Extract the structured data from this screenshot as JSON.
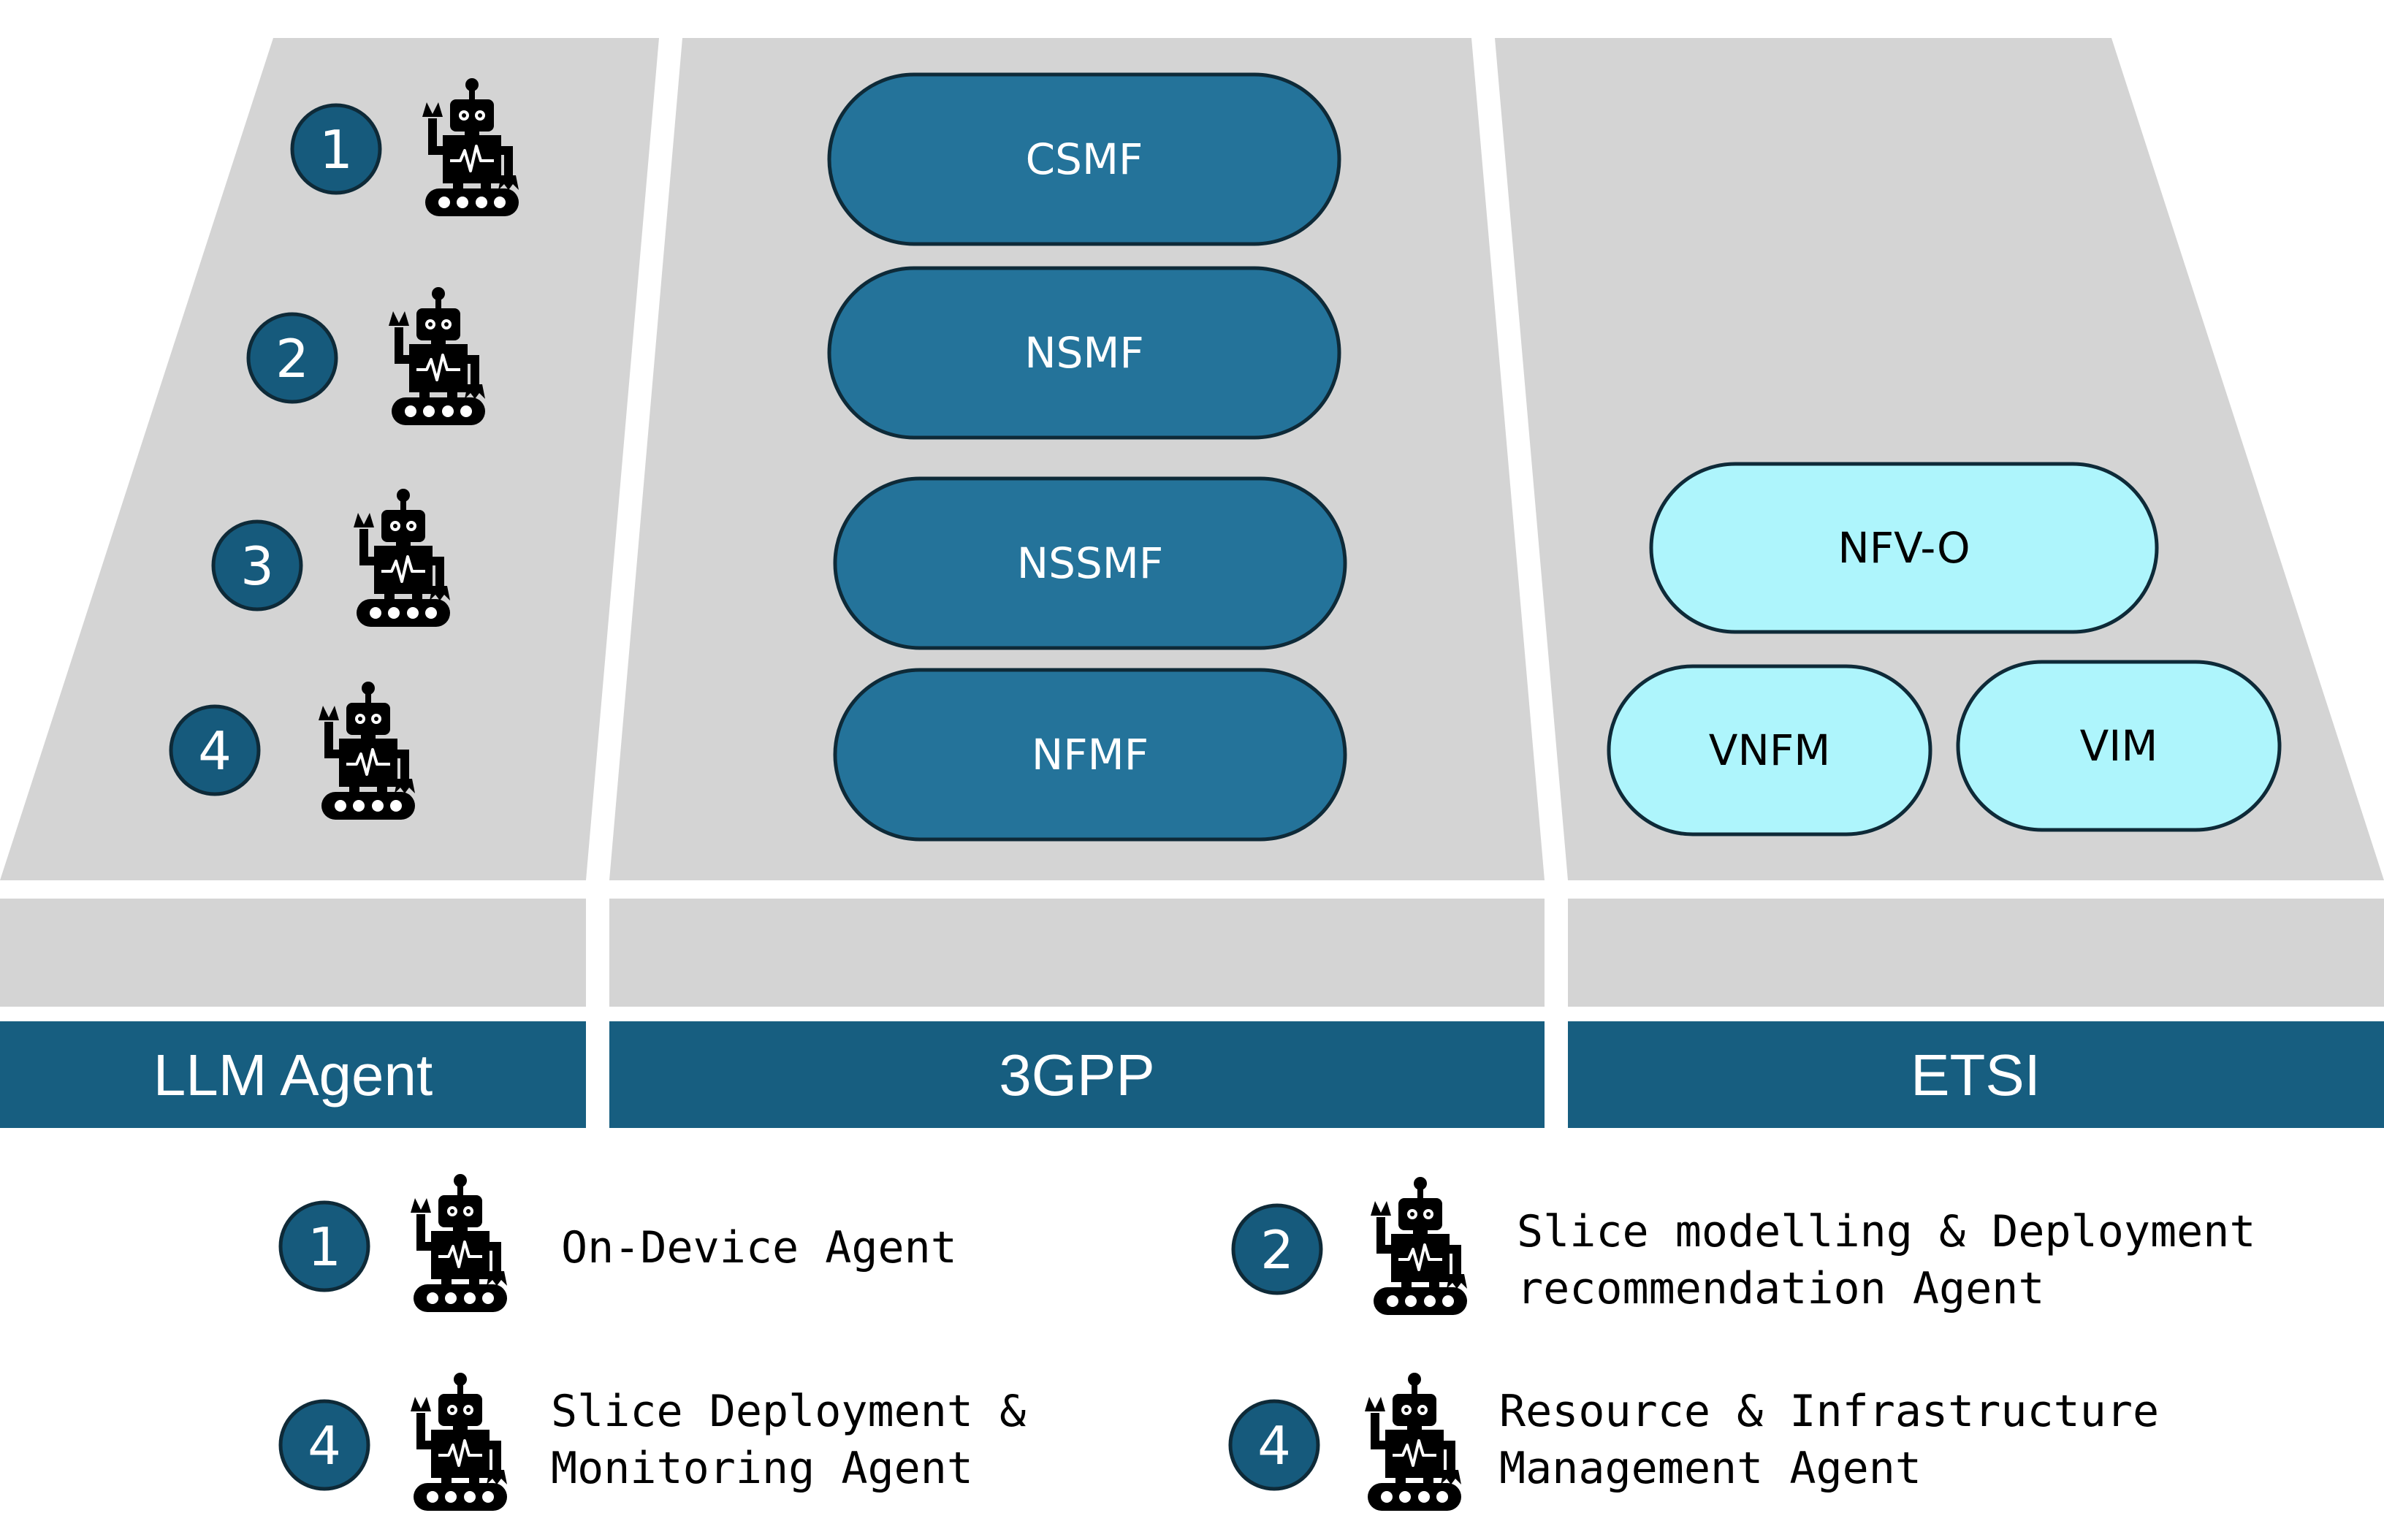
{
  "colors": {
    "panel": "#d4d4d4",
    "dark_pill": "#24739a",
    "light_pill": "#aef5fc",
    "bar": "#175e80",
    "badge": "#165a7c",
    "outline": "#0e2a38"
  },
  "agent_column": {
    "badges": [
      "1",
      "2",
      "3",
      "4"
    ]
  },
  "threegpp_column": {
    "pills": [
      "CSMF",
      "NSMF",
      "NSSMF",
      "NFMF"
    ]
  },
  "etsi_column": {
    "pills": [
      "NFV-O",
      "VNFM",
      "VIM"
    ]
  },
  "category_bar": {
    "labels": [
      "LLM Agent",
      "3GPP",
      "ETSI"
    ]
  },
  "legend": [
    {
      "badge": "1",
      "line1": "On-Device Agent",
      "line2": "",
      "icon": "robot-icon"
    },
    {
      "badge": "2",
      "line1": "Slice modelling & Deployment",
      "line2": "recommendation Agent",
      "icon": "robot-icon"
    },
    {
      "badge": "4",
      "line1": "Slice Deployment &",
      "line2": "Monitoring Agent",
      "icon": "robot-icon"
    },
    {
      "badge": "4",
      "line1": "Resource & Infrastructure",
      "line2": "Management Agent",
      "icon": "robot-icon"
    }
  ]
}
